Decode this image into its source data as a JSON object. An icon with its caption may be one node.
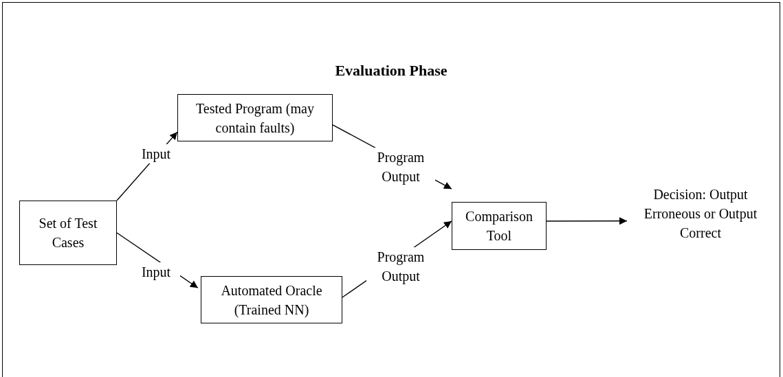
{
  "diagram": {
    "title": "Evaluation Phase",
    "nodes": [
      {
        "text": [
          "Set of Test Cases"
        ]
      },
      {
        "text": [
          "Tested Program (may contain faults)"
        ]
      },
      {
        "text": [
          "Automated Oracle (Trained NN)"
        ]
      },
      {
        "text": [
          "Comparison Tool"
        ]
      },
      {
        "text": [
          "Decision: Output Erroneous or Output Correct"
        ]
      }
    ],
    "edges": [
      {
        "from": 0,
        "to": 1,
        "arrow": "to",
        "label": "Input"
      },
      {
        "from": 0,
        "to": 2,
        "arrow": "to",
        "label": "Input"
      },
      {
        "from": 1,
        "to": 3,
        "arrow": "to",
        "label": "Program Output"
      },
      {
        "from": 2,
        "to": 3,
        "arrow": "to",
        "label": "Program Output"
      },
      {
        "from": 3,
        "to": 4,
        "arrow": "to"
      }
    ]
  }
}
